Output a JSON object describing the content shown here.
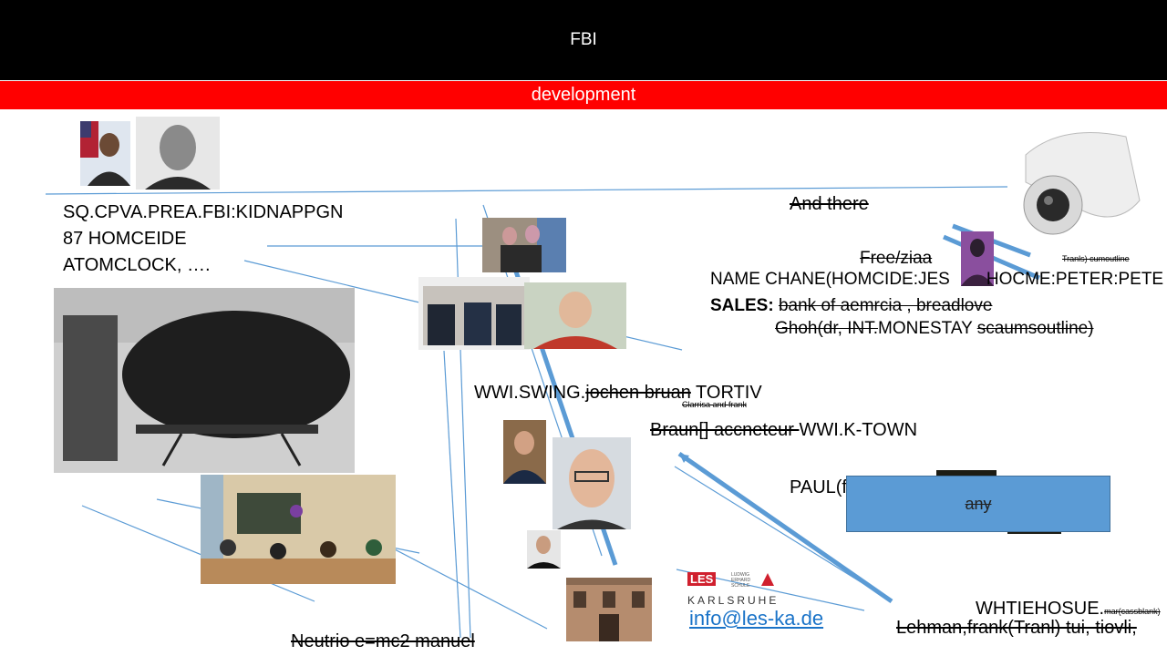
{
  "header": {
    "title": "FBI"
  },
  "banner": {
    "label": "development"
  },
  "left_block": {
    "line1": "SQ.CPVA.PREA.FBI:KIDNAPPGN",
    "line2": "87 HOMCEIDE",
    "line3": "ATOMCLOCK, …."
  },
  "mid": {
    "wwi_prefix": "WWI.SWING.",
    "wwi_strike": "jochen bruan",
    "wwi_suffix": " TORTIV",
    "clarissa": "Clarrisa and frank",
    "braun_strike": "Braun[] accneteur ",
    "braun_suffix": "WWI.K-TOWN",
    "paul": "PAUL(f"
  },
  "right_block": {
    "and_there": "And there",
    "free_ziaa": "Free/ziaa",
    "tranls": "Tranls) cumoutline",
    "name_change": "NAME CHANE(HOMCIDE:JES",
    "name_change_2": "HOCME:PETER:PETE",
    "sales_label": "SALES:",
    "sales_strike": "bank of aemrcia , breadlove",
    "ghoh_strike": "Ghoh(dr, INT.",
    "ghoh_mid": "MONESTAY ",
    "ghoh_strike2": "scaumsoutline)"
  },
  "blue_box": {
    "label": "any"
  },
  "bottom": {
    "neutrio": "Neutrio  e=mc2 manuel",
    "email": "info@les-ka.de",
    "whitehouse": "WHTIEHOSUE.",
    "whitehouse_small": "mar(cassblank)",
    "lehman": "Lehman,frank(Tranl) tui, tiovli,"
  },
  "logo": {
    "brand": "LES",
    "sub1": "LUDWIG",
    "sub2": "ERHARD",
    "sub3": "SCHULE",
    "city": "KARLSRUHE"
  },
  "colors": {
    "header_bg": "#000000",
    "banner_bg": "#ff0000",
    "accent": "#5b9bd5",
    "link": "#1a73c8"
  },
  "icons": [
    "security-camera-icon",
    "atom-bomb-photo",
    "building-photo"
  ]
}
